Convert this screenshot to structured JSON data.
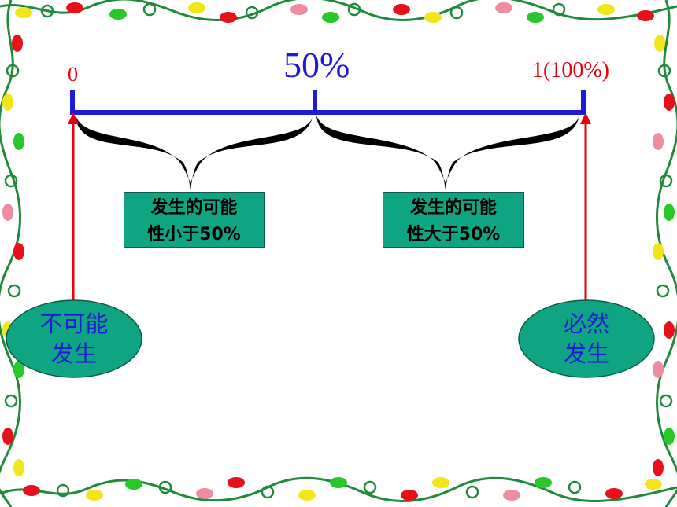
{
  "scale": {
    "start_label": "0",
    "mid_label": "50%",
    "end_label": "1(100%)"
  },
  "ranges": {
    "less": {
      "line1": "发生的可能",
      "line2": "性小于50%"
    },
    "more": {
      "line1": "发生的可能",
      "line2": "性大于50%"
    }
  },
  "endpoints": {
    "impossible": {
      "line1": "不可能",
      "line2": "发生"
    },
    "certain": {
      "line1": "必然",
      "line2": "发生"
    }
  },
  "colors": {
    "scale_line": "#1c1cd6",
    "arrow": "#e8000b",
    "box_fill": "#10a582",
    "oval_fill": "#10a582",
    "brace": "#000000"
  }
}
